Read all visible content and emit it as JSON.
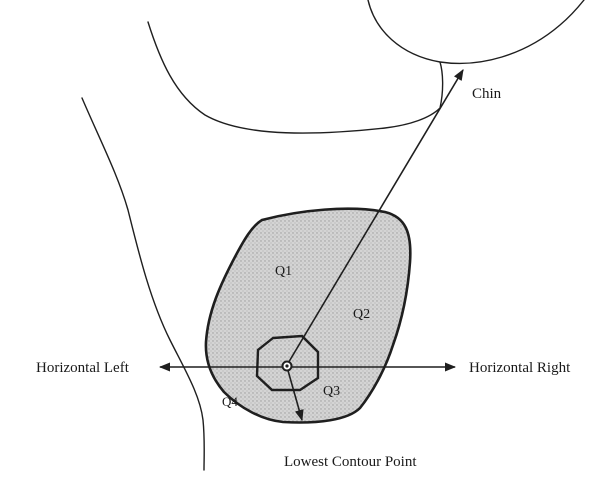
{
  "labels": {
    "chin": "Chin",
    "q1": "Q1",
    "q2": "Q2",
    "q3": "Q3",
    "q4": "Q4",
    "horizontal_left": "Horizontal Left",
    "horizontal_right": "Horizontal Right",
    "lowest_contour_point": "Lowest Contour Point"
  },
  "colors": {
    "stroke": "#1f1f1f",
    "region_fill": "#d4d4d4",
    "background": "#ffffff"
  }
}
